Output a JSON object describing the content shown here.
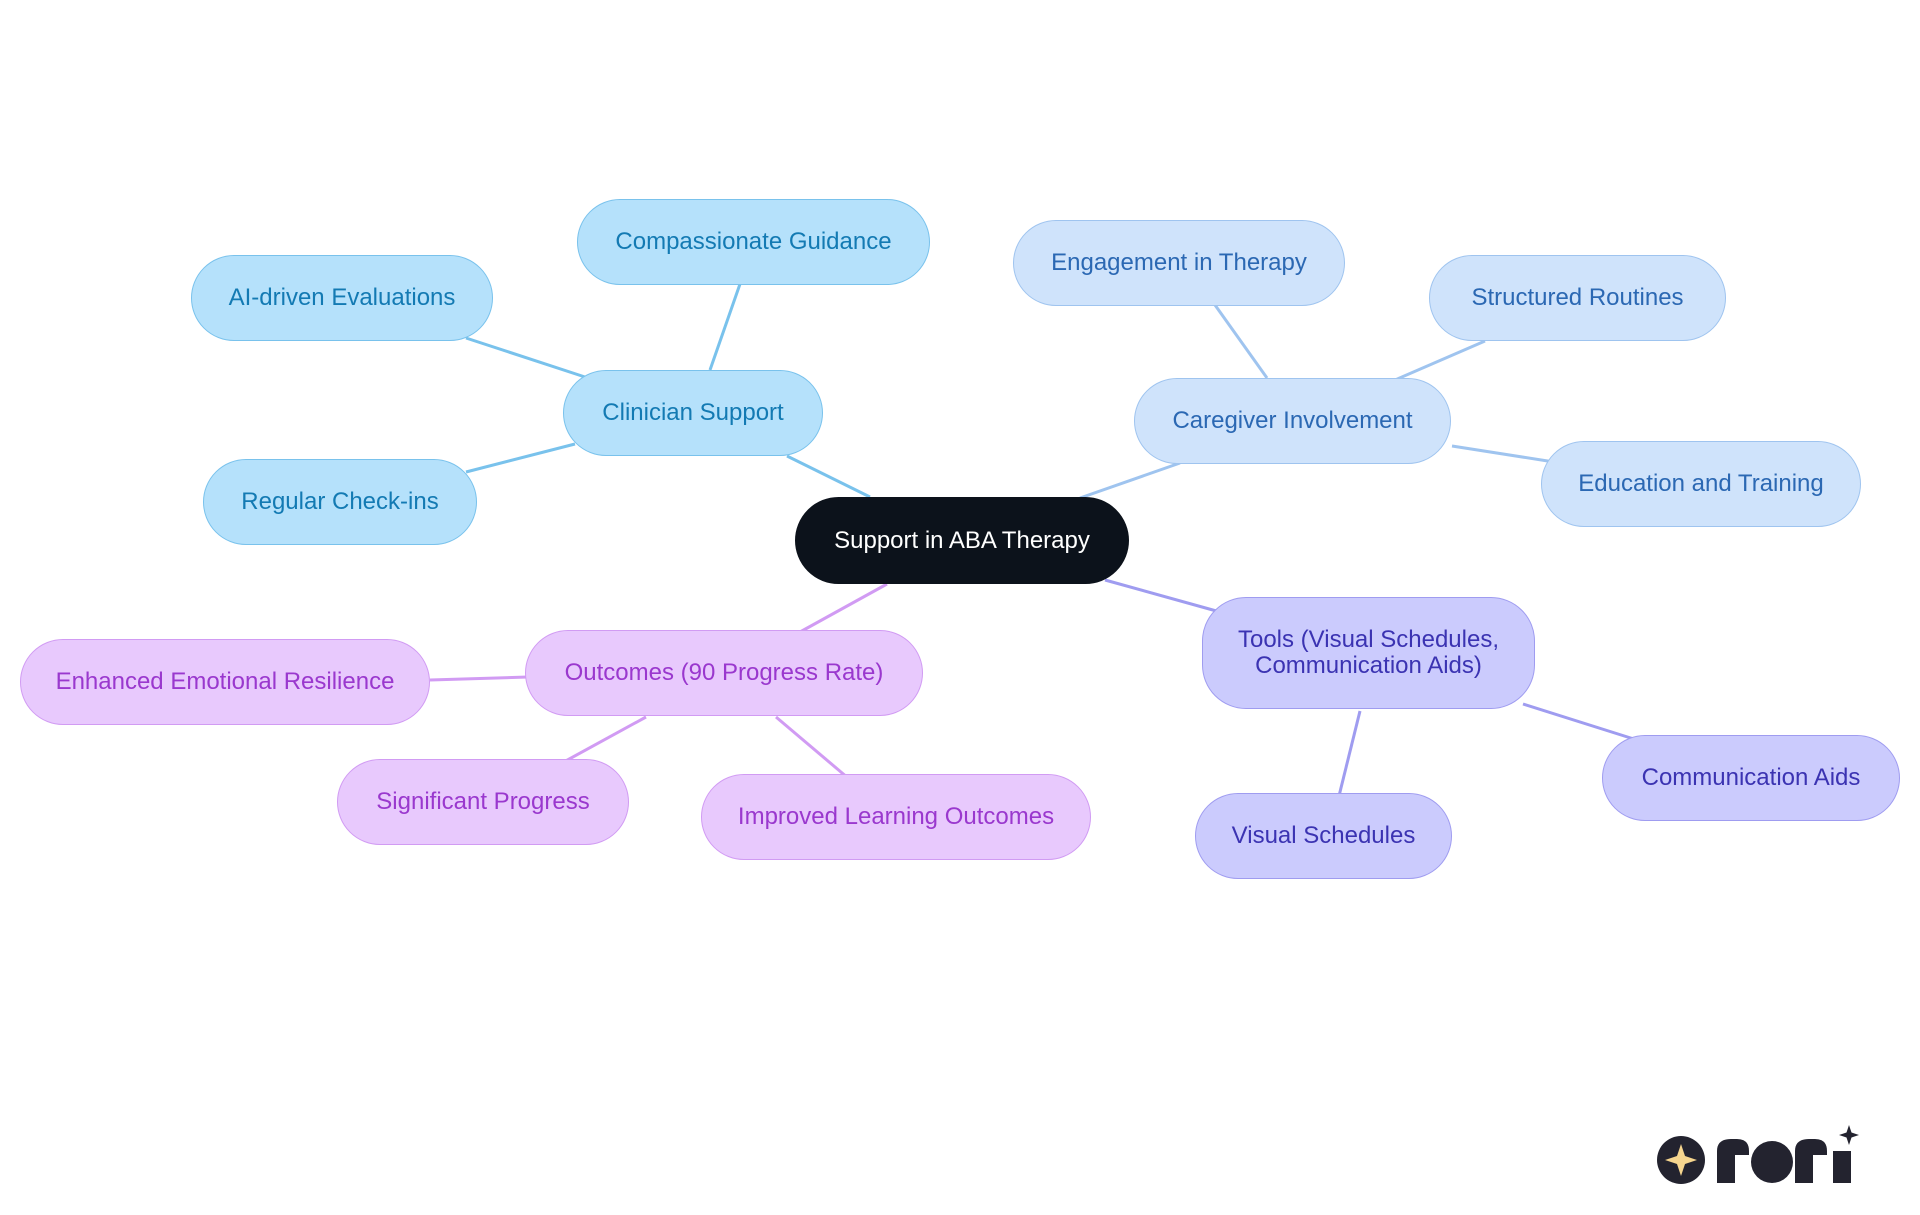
{
  "mindmap": {
    "root": "Support in ABA Therapy",
    "branches": [
      {
        "label": "Clinician Support",
        "color": "#79c2ec",
        "children": [
          "Compassionate Guidance",
          "AI-driven Evaluations",
          "Regular Check-ins"
        ]
      },
      {
        "label": "Caregiver Involvement",
        "color": "#9fc4ef",
        "children": [
          "Engagement in Therapy",
          "Structured Routines",
          "Education and Training"
        ]
      },
      {
        "label": "Tools (Visual Schedules, Communication Aids)",
        "color": "#9f9cf0",
        "children": [
          "Visual Schedules",
          "Communication Aids"
        ]
      },
      {
        "label": "Outcomes (90 Progress Rate)",
        "color": "#d19bf3",
        "children": [
          "Enhanced Emotional Resilience",
          "Significant Progress",
          "Improved Learning Outcomes"
        ]
      }
    ]
  },
  "brand": {
    "logo_text": "rori",
    "logo_icon": "sparkle-icon",
    "logo_color": "#23232f",
    "sparkle_color": "#f6d58e"
  }
}
